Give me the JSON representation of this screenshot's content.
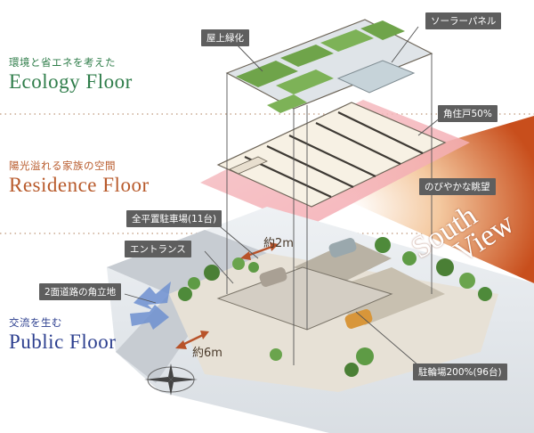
{
  "sections": {
    "ecology": {
      "jp": "環境と省エネを考えた",
      "en": "Ecology Floor"
    },
    "residence": {
      "jp": "陽光溢れる家族の空間",
      "en": "Residence Floor"
    },
    "public": {
      "jp": "交流を生む",
      "en": "Public Floor"
    }
  },
  "labels": {
    "rooftop_green": "屋上緑化",
    "solar_panel": "ソーラーパネル",
    "corner_units": "角住戸50%",
    "open_view": "のびやかな眺望",
    "flat_parking": "全平置駐車場(11台)",
    "entrance": "エントランス",
    "corner_lot": "2面道路の角立地",
    "bike_parking": "駐輪場200%(96台)"
  },
  "dimensions": {
    "setback_top": "約2m",
    "setback_bottom": "約6m"
  },
  "view": {
    "line1": "South",
    "line2": "View"
  },
  "colors": {
    "ecology": "#2f7d4a",
    "residence": "#b85a2b",
    "public": "#2c3f8f",
    "label_bg": "#5e5e5e",
    "view_orange": "#d9632a"
  }
}
